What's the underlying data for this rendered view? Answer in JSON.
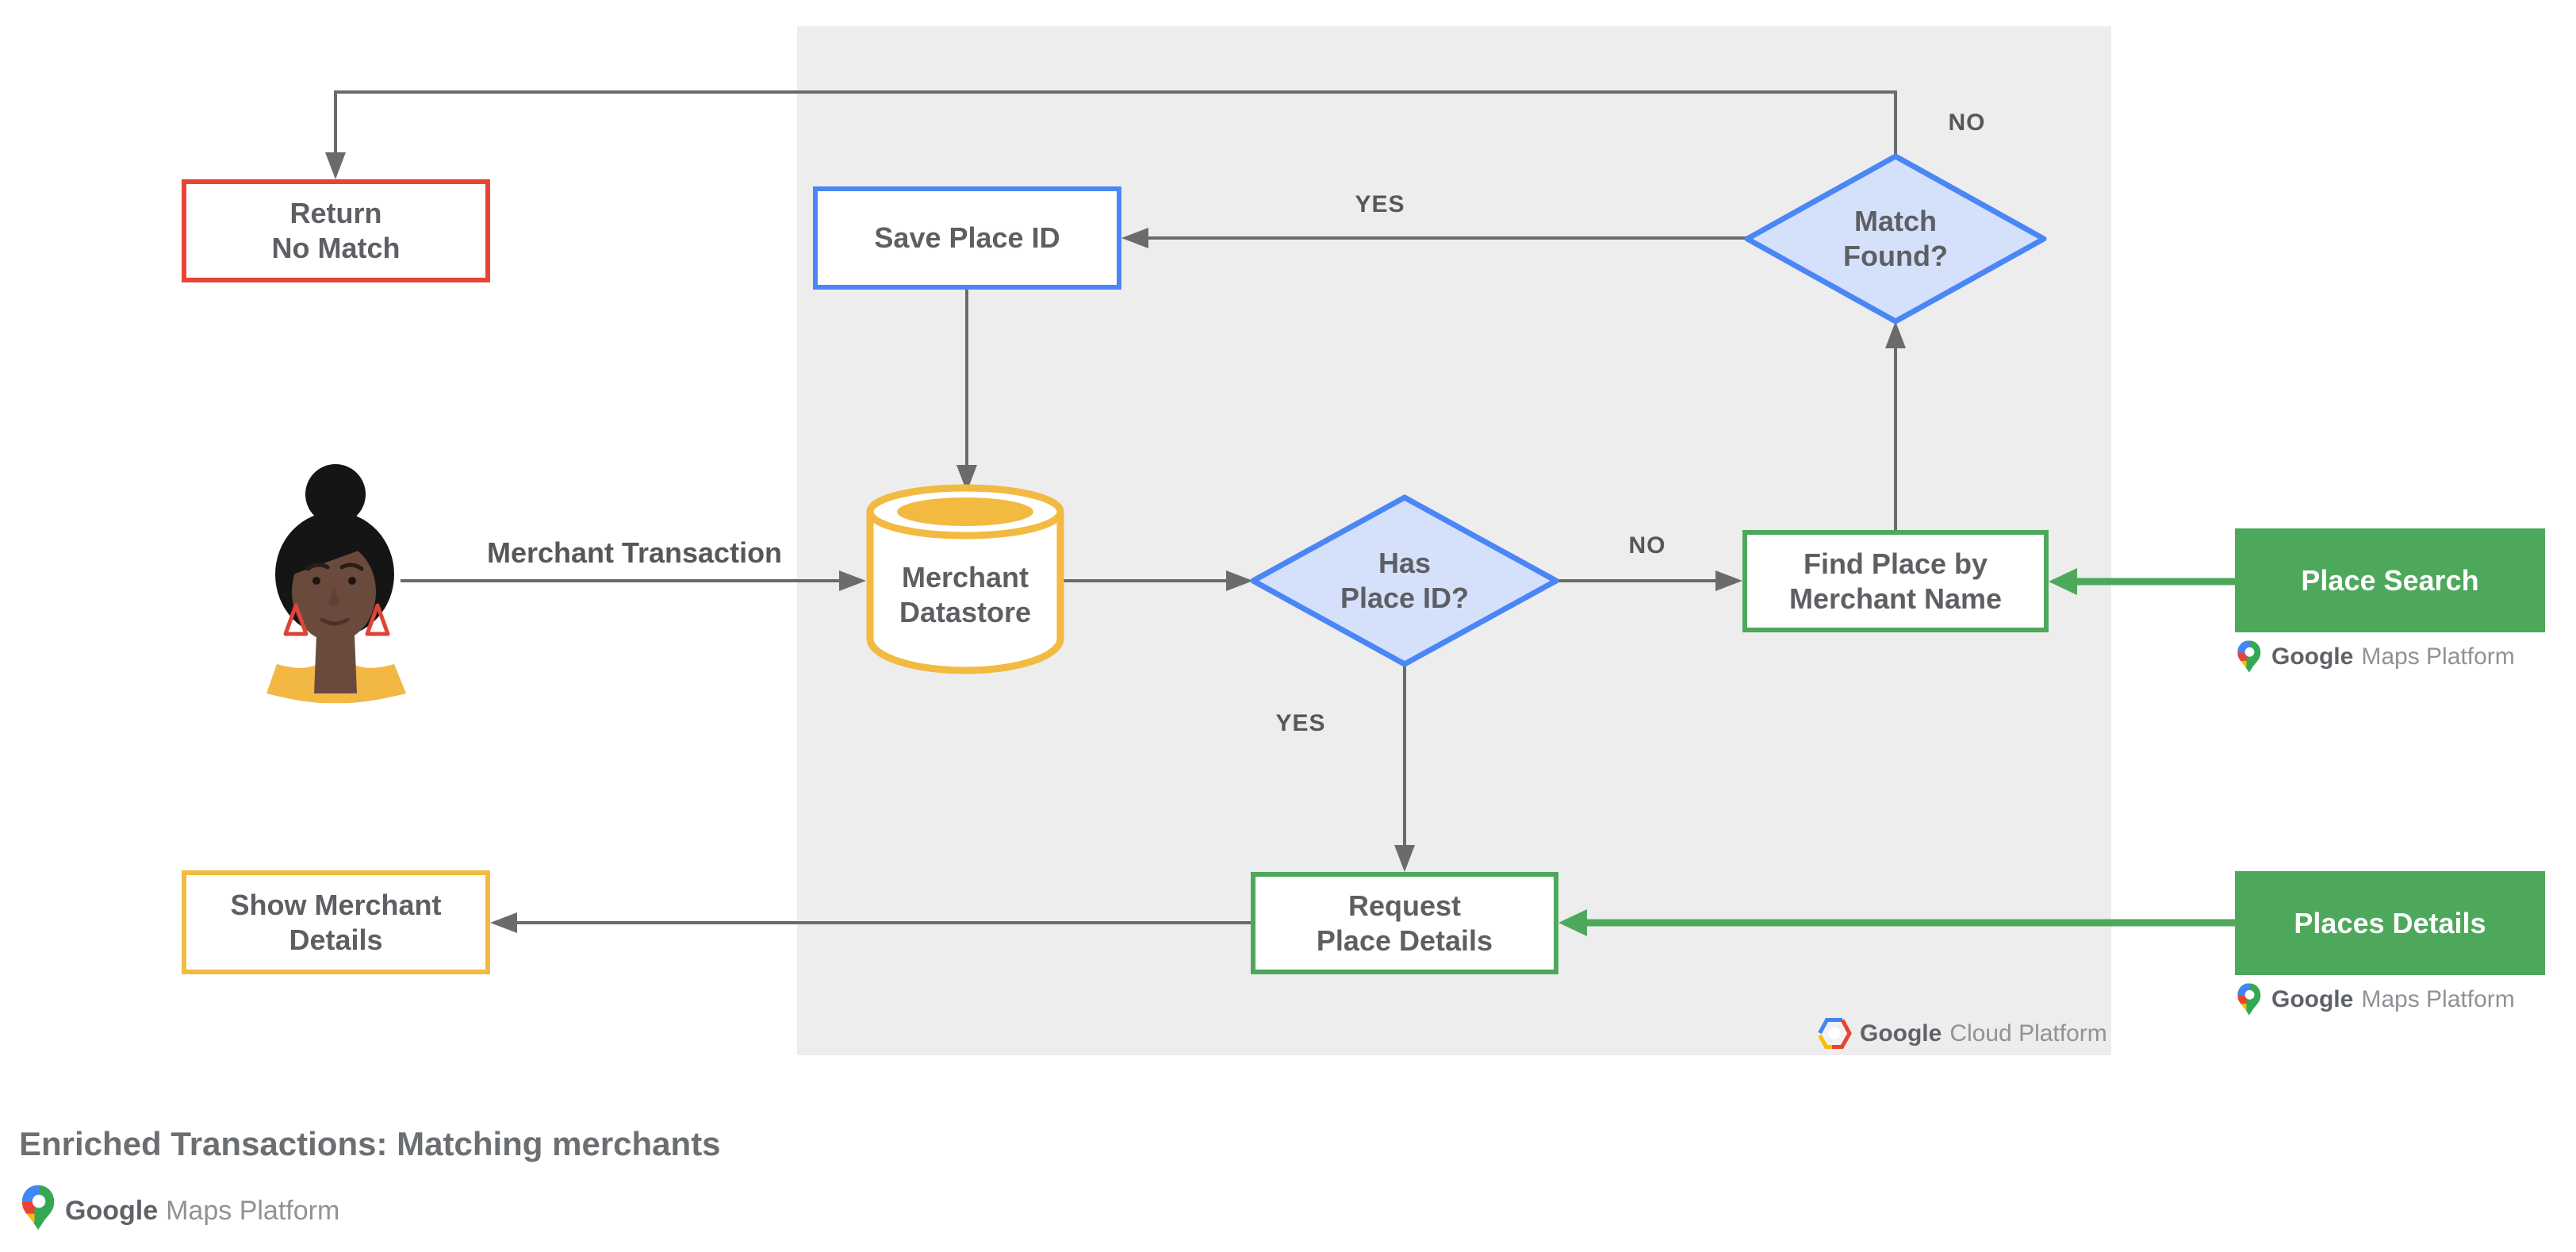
{
  "diagram": {
    "title": "Enriched Transactions: Matching merchants",
    "nodes": {
      "return_no_match": "Return\nNo Match",
      "save_place_id": "Save Place ID",
      "match_found": "Match\nFound?",
      "merchant_datastore": "Merchant\nDatastore",
      "has_place_id": "Has\nPlace ID?",
      "find_place": "Find Place by\nMerchant Name",
      "place_search": "Place Search",
      "request_place_details": "Request\nPlace Details",
      "places_details": "Places Details",
      "show_merchant_details": "Show Merchant\nDetails"
    },
    "edge_labels": {
      "no_top": "NO",
      "yes_save": "YES",
      "no_find": "NO",
      "yes_request": "YES",
      "merchant_transaction": "Merchant Transaction"
    },
    "branding": {
      "google": "Google",
      "maps_platform_suffix": "Maps Platform",
      "cloud_platform_suffix": "Cloud Platform"
    },
    "colors": {
      "panel_gray": "#EDEDED",
      "arrow_gray": "#6B6B6B",
      "red": "#E94335",
      "blue": "#4A86F5",
      "blue_fill": "#D5E1FA",
      "yellow": "#F2BA40",
      "green": "#4EA85C",
      "text_gray": "#5D5F63"
    }
  }
}
